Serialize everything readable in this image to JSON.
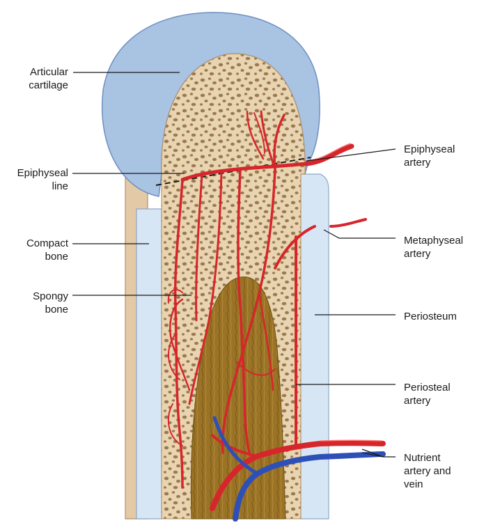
{
  "colors": {
    "cartilage": "#a9c3e3",
    "cartilage_edge": "#6e8fbf",
    "periosteum": "#d7e6f5",
    "periosteum_edge": "#8ba6c8",
    "outer_bone": "#e3c9a6",
    "spongy_bg": "#e8d4b0",
    "spongy_dot": "#9b7a52",
    "marrow": "#9a7326",
    "artery": "#d6262b",
    "artery_dark": "#9e1519",
    "vein": "#2d4fb8"
  },
  "labels": {
    "articular_cartilage": [
      "Articular",
      "cartilage"
    ],
    "epiphyseal_line": [
      "Epiphyseal",
      "line"
    ],
    "compact_bone": [
      "Compact",
      "bone"
    ],
    "spongy_bone": [
      "Spongy",
      "bone"
    ],
    "epiphyseal_artery": [
      "Epiphyseal",
      "artery"
    ],
    "metaphyseal_artery": [
      "Metaphyseal",
      "artery"
    ],
    "periosteum": [
      "Periosteum"
    ],
    "periosteal_artery": [
      "Periosteal",
      "artery"
    ],
    "nutrient_artery_vein": [
      "Nutrient",
      "artery and",
      "vein"
    ]
  }
}
